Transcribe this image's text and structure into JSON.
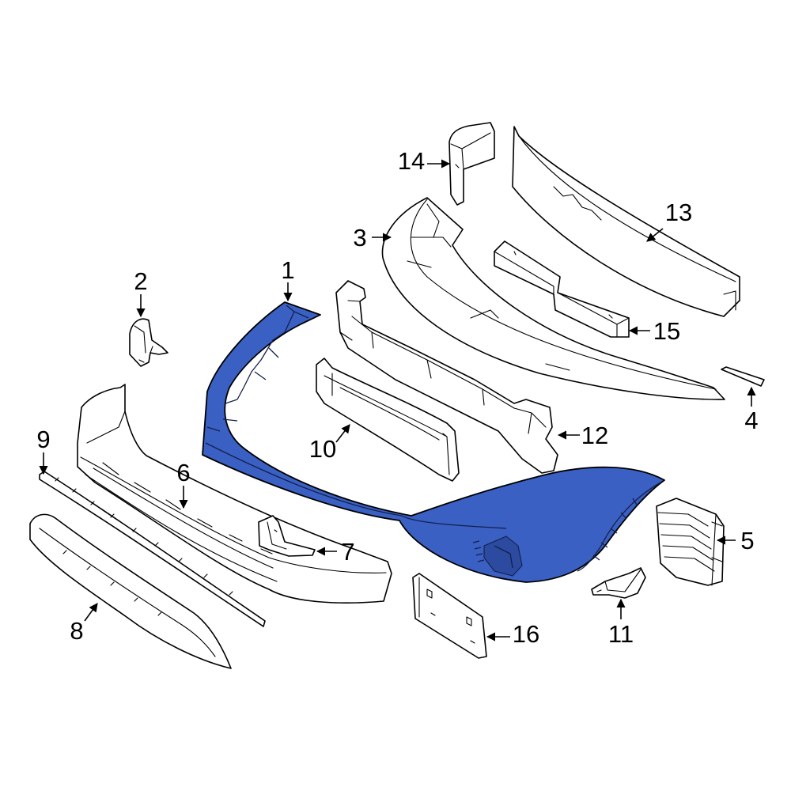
{
  "diagram": {
    "highlight_color": "#3a60c4",
    "line_color": "#000000",
    "part_fill": "#ffffff"
  },
  "callouts": [
    {
      "label": "1"
    },
    {
      "label": "2"
    },
    {
      "label": "3"
    },
    {
      "label": "4"
    },
    {
      "label": "5"
    },
    {
      "label": "6"
    },
    {
      "label": "7"
    },
    {
      "label": "8"
    },
    {
      "label": "9"
    },
    {
      "label": "10"
    },
    {
      "label": "11"
    },
    {
      "label": "12"
    },
    {
      "label": "13"
    },
    {
      "label": "14"
    },
    {
      "label": "15"
    },
    {
      "label": "16"
    }
  ]
}
